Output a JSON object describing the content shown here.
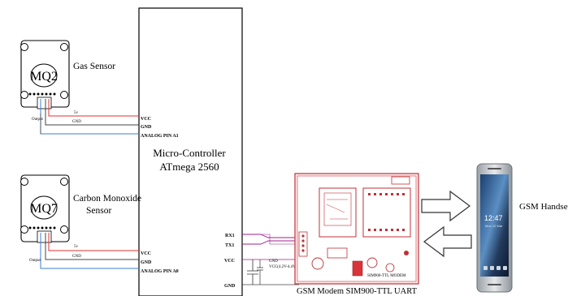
{
  "mcu": {
    "line1": "Micro-Controller",
    "line2": "ATmega 2560"
  },
  "mq2": {
    "chip": "MQ2",
    "title": "Gas Sensor",
    "output": "Output",
    "pin_5v": "5v",
    "pin_gnd": "GND",
    "vcc": "VCC",
    "gnd": "GND",
    "analog": "ANALOG PIN A1"
  },
  "mq7": {
    "chip": "MQ7",
    "title_line1": "Carbon Monoxide",
    "title_line2": "Sensor",
    "output": "Output",
    "pin_5v": "5v",
    "pin_gnd": "GND",
    "vcc": "VCC",
    "gnd": "GND",
    "analog": "ANALOG PIN A0"
  },
  "gsm": {
    "rx": "RX1",
    "tx": "TX1",
    "vcc": "VCC",
    "gnd": "GND",
    "c_gnd": "GND",
    "c_vcc": "VCC(4.2V-4.4V)",
    "board_label": "SIM900-TTL MODEM",
    "caption": "GSM Modem SIM900-TTL UART"
  },
  "handset": {
    "label": "GSM Handset",
    "time": "12:47",
    "date": "Mon 12 Mar"
  },
  "colors": {
    "wire": "#444444",
    "uart": "#a01f8c",
    "board_red": "#d9343a",
    "arrow": "#333333",
    "lead_red": "#e03030",
    "lead_blue": "#3a7fd0"
  }
}
